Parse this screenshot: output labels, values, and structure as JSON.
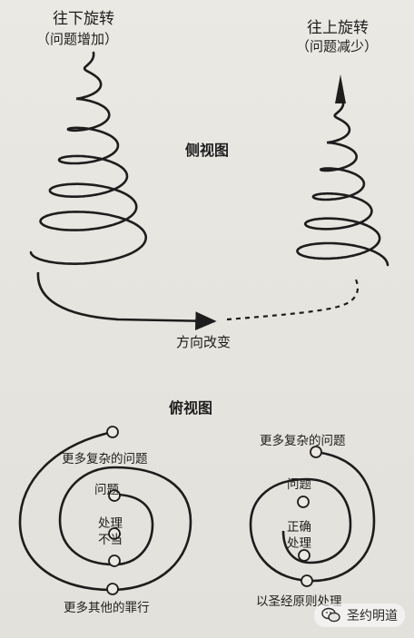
{
  "side_view": {
    "left_title": "往下旋转",
    "left_subtitle": "（问题增加）",
    "right_title": "往上旋转",
    "right_subtitle": "（问题减少）",
    "heading": "侧视图",
    "arrow_label": "方向改变"
  },
  "top_view": {
    "heading": "俯视图",
    "left": {
      "outer_label": "更多复杂的问题",
      "inner_label": "问题",
      "center_line1": "处理",
      "center_line2": "不当",
      "bottom_label": "更多其他的罪行"
    },
    "right": {
      "outer_label": "更多复杂的问题",
      "inner_label": "问题",
      "center_line1": "正确",
      "center_line2": "处理",
      "bottom_label": "以圣经原则处理"
    }
  },
  "watermark": {
    "text": "圣约明道",
    "icon": "wechat-icon"
  },
  "colors": {
    "ink": "#1d1d1d",
    "paper": "#e7e5e0"
  }
}
